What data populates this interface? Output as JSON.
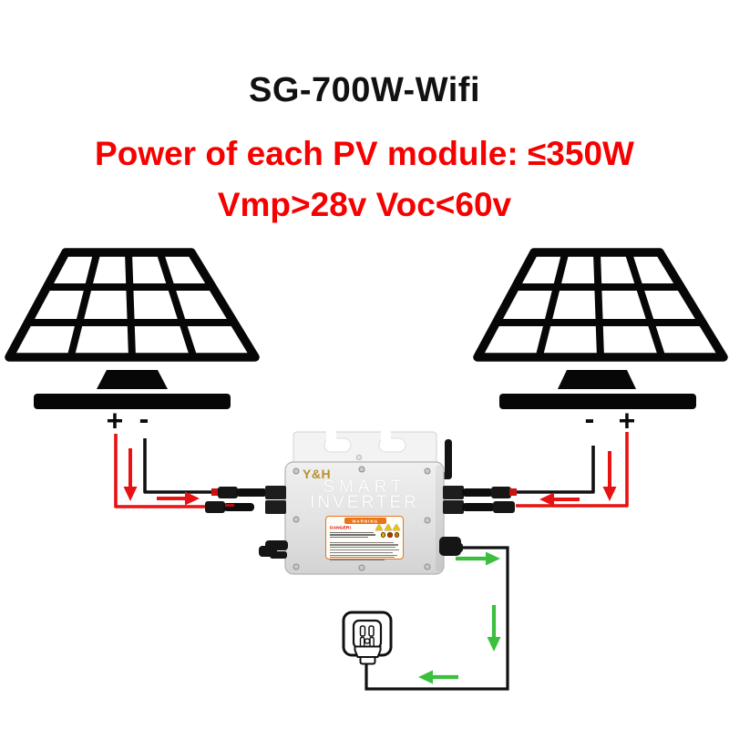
{
  "header": {
    "title": "SG-700W-Wifi",
    "spec_line1": "Power of each PV module: ≤350W",
    "spec_line2": "Vmp>28v Voc<60v"
  },
  "left_panel": {
    "name": "PV module (left)",
    "positive_label": "+",
    "negative_label": "-"
  },
  "right_panel": {
    "name": "PV module (right)",
    "negative_label": "-",
    "positive_label": "+"
  },
  "inverter": {
    "brand": "Y&H",
    "name_line1": "SMART",
    "name_line2": "INVERTER",
    "warning_label": {
      "header": "WARNING",
      "danger": "DANGER!"
    }
  },
  "flow": {
    "dc_arrows": "red arrows: DC power from PV modules into inverter",
    "ac_arrows": "green arrows: AC power from inverter to wall outlet"
  },
  "colors": {
    "accent_red": "#f60000",
    "wire_red": "#e81212",
    "wire_black": "#111111",
    "arrow_green": "#3cbf3c",
    "warning_orange": "#e8751a",
    "brand_gold": "#b5912e",
    "inverter_body": "#e2e2e2"
  }
}
